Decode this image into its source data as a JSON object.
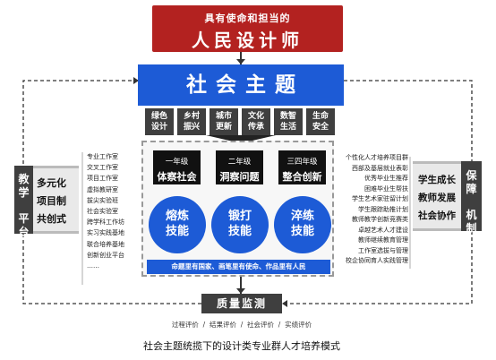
{
  "top_banner": {
    "line1": "具有使命和担当的",
    "line2": "人民设计师"
  },
  "theme": {
    "title": "社会主题"
  },
  "tabs": [
    {
      "line1": "绿色",
      "line2": "设计"
    },
    {
      "line1": "乡村",
      "line2": "振兴"
    },
    {
      "line1": "城市",
      "line2": "更新"
    },
    {
      "line1": "文化",
      "line2": "传承"
    },
    {
      "line1": "数智",
      "line2": "生活"
    },
    {
      "line1": "生命",
      "line2": "安全"
    }
  ],
  "stages": [
    {
      "grade": "一年级",
      "name": "体察社会"
    },
    {
      "grade": "二年级",
      "name": "洞察问题"
    },
    {
      "grade": "三四年级",
      "name": "整合创新"
    }
  ],
  "circles": [
    {
      "line1": "熔炼",
      "line2": "技能"
    },
    {
      "line1": "锻打",
      "line2": "技能"
    },
    {
      "line1": "淬练",
      "line2": "技能"
    }
  ],
  "slogan": "命题里有国家、画笔里有使命、作品里有人民",
  "left": {
    "label_top": "教学",
    "label_bottom": "平台",
    "items": [
      "多元化",
      "项目制",
      "共创式"
    ]
  },
  "left_list": [
    "专业工作室",
    "交叉工作室",
    "项目工作室",
    "虚拟教研室",
    "拔尖实验班",
    "社会实验室",
    "跨学科工作坊",
    "实习实践基地",
    "联合培养基地",
    "创新创业平台",
    "……"
  ],
  "right": {
    "label_top": "保障",
    "label_bottom": "机制",
    "items": [
      "学生成长",
      "教师发展",
      "社会协作"
    ]
  },
  "right_list": [
    "个性化人才培养项目群",
    "西部及基层就业表彰",
    "优秀毕业生推荐",
    "困难毕业生帮扶",
    "学生艺术家驻留计划",
    "学生跟踪助推计划",
    "教师教学创新竞赛类",
    "卓越艺术人才建设",
    "教师继续教育管理",
    "工作室选拔与管理",
    "校企协同育人实践管理"
  ],
  "quality": {
    "label": "质量监测"
  },
  "evaluations": "过程评价  /  结果评价  /  社会评价  /  实绩评价",
  "caption": "社会主题统揽下的设计类专业群人才培养模式",
  "colors": {
    "red": "#b32220",
    "blue": "#1d5bd6",
    "dark": "#3f3f3f"
  }
}
